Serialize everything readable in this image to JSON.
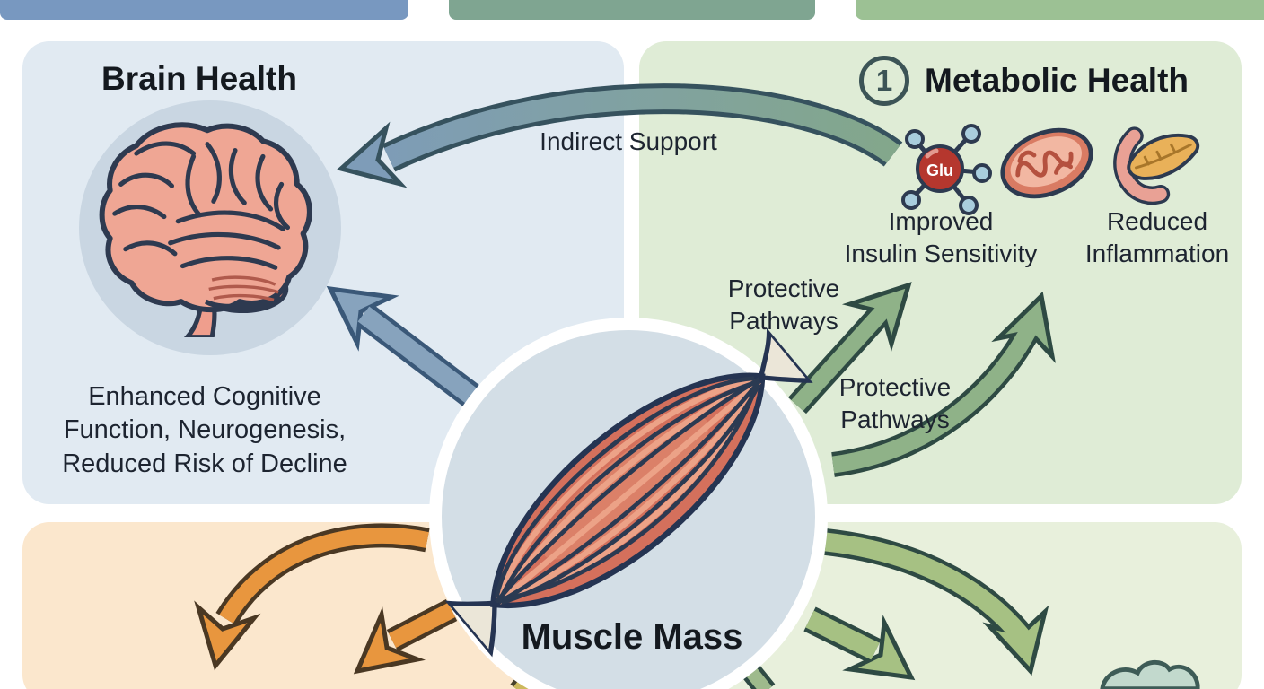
{
  "panels": {
    "brain_health": {
      "title": "Brain Health",
      "caption": "Enhanced Cognitive\nFunction, Neurogenesis,\nReduced Risk of Decline"
    },
    "metabolic_health": {
      "badge_number": "1",
      "title": "Metabolic Health",
      "benefit_insulin": "Improved\nInsulin Sensitivity",
      "benefit_inflammation": "Reduced\nInflammation"
    }
  },
  "center_hub": {
    "label": "Muscle Mass"
  },
  "arrow_labels": {
    "indirect_support": "Indirect Support",
    "protective_pathways_upper": "Protective\nPathways",
    "protective_pathways_lower": "Protective\nPathways"
  },
  "glucose_molecule_text": "Glu",
  "icons": {
    "brain": "brain-icon",
    "muscle": "muscle-icon",
    "glucose": "glucose-molecule-icon",
    "mitochondria": "mitochondria-icon",
    "pancreas": "pancreas-icon",
    "organ_partial": "organ-lobes-icon"
  },
  "colors": {
    "bar_blue": "#7898c0",
    "bar_teal": "#7fa591",
    "bar_green": "#9cc194",
    "panel_brain": "#e1eaf2",
    "panel_metabolic": "#dfecd6",
    "panel_bottom_left": "#fbe7cd",
    "panel_bottom_right": "#e8f0dc",
    "hub_fill": "#d3dee6",
    "arrow_blue": "#87a3bd",
    "arrow_green": "#8fb288",
    "arrow_green_light": "#a6c183",
    "arrow_orange": "#e8963e",
    "gradient_green": "#83a78b",
    "gradient_blue": "#7e9cb8"
  }
}
